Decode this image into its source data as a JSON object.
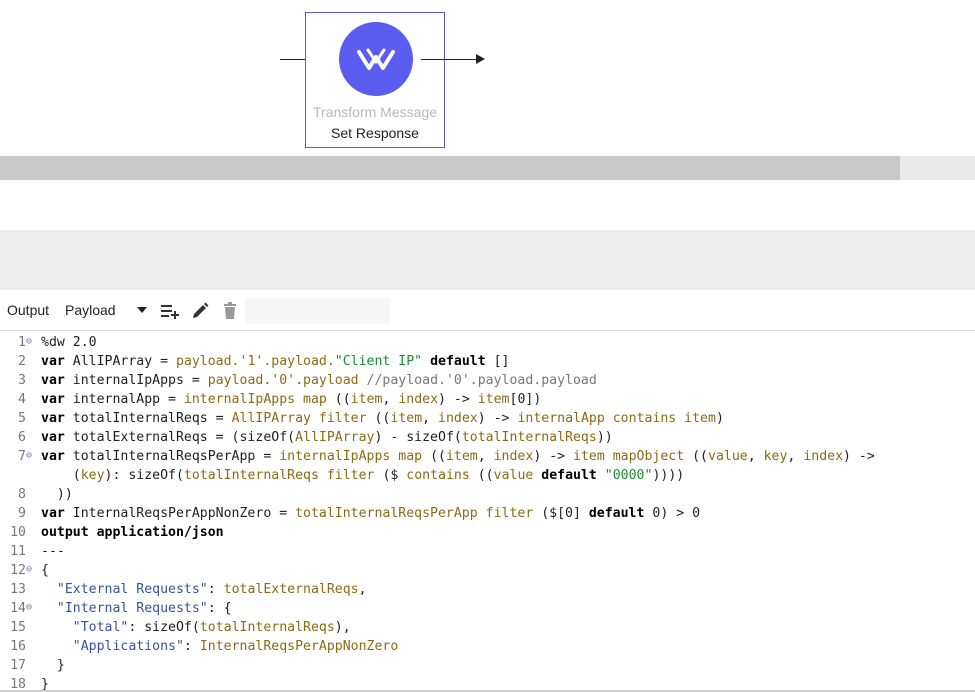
{
  "flow": {
    "component_type": "Transform Message",
    "component_name": "Set Response",
    "icon": "dataweave-icon"
  },
  "toolbar": {
    "output_label": "Output",
    "target_value": "Payload",
    "icons": [
      "dropdown-arrow-icon",
      "add-list-icon",
      "pencil-icon",
      "trash-icon"
    ]
  },
  "editor": {
    "lines": [
      {
        "n": "1",
        "fold": true,
        "segs": [
          [
            "kw-plain",
            "%dw 2.0"
          ]
        ]
      },
      {
        "n": "2",
        "fold": false,
        "segs": [
          [
            "kw",
            "var "
          ],
          [
            "id",
            "AllIPArray = "
          ],
          [
            "fn",
            "payload.'1'.payload."
          ],
          [
            "str",
            "\"Client IP\""
          ],
          [
            "kw",
            " default "
          ],
          [
            "id",
            "[]"
          ]
        ]
      },
      {
        "n": "3",
        "fold": false,
        "segs": [
          [
            "kw",
            "var "
          ],
          [
            "id",
            "internalIpApps = "
          ],
          [
            "fn",
            "payload.'0'.payload "
          ],
          [
            "cm",
            "//payload.'0'.payload.payload"
          ]
        ]
      },
      {
        "n": "4",
        "fold": false,
        "segs": [
          [
            "kw",
            "var "
          ],
          [
            "id",
            "internalApp = "
          ],
          [
            "fn",
            "internalIpApps map "
          ],
          [
            "id",
            "(("
          ],
          [
            "fn",
            "item"
          ],
          [
            "id",
            ", "
          ],
          [
            "fn",
            "index"
          ],
          [
            "id",
            ") -> "
          ],
          [
            "fn",
            "item"
          ],
          [
            "id",
            "[0])"
          ]
        ]
      },
      {
        "n": "5",
        "fold": false,
        "segs": [
          [
            "kw",
            "var "
          ],
          [
            "id",
            "totalInternalReqs = "
          ],
          [
            "fn",
            "AllIPArray filter "
          ],
          [
            "id",
            "(("
          ],
          [
            "fn",
            "item"
          ],
          [
            "id",
            ", "
          ],
          [
            "fn",
            "index"
          ],
          [
            "id",
            ") -> "
          ],
          [
            "fn",
            "internalApp contains item"
          ],
          [
            "id",
            ")"
          ]
        ]
      },
      {
        "n": "6",
        "fold": false,
        "segs": [
          [
            "kw",
            "var "
          ],
          [
            "id",
            "totalExternalReqs = (sizeOf("
          ],
          [
            "fn",
            "AllIPArray"
          ],
          [
            "id",
            ") - sizeOf("
          ],
          [
            "fn",
            "totalInternalReqs"
          ],
          [
            "id",
            "))"
          ]
        ]
      },
      {
        "n": "7",
        "fold": true,
        "segs": [
          [
            "kw",
            "var "
          ],
          [
            "id",
            "totalInternalReqsPerApp = "
          ],
          [
            "fn",
            "internalIpApps map "
          ],
          [
            "id",
            "(("
          ],
          [
            "fn",
            "item"
          ],
          [
            "id",
            ", "
          ],
          [
            "fn",
            "index"
          ],
          [
            "id",
            ") -> "
          ],
          [
            "fn",
            "item mapObject "
          ],
          [
            "id",
            "(("
          ],
          [
            "fn",
            "value"
          ],
          [
            "id",
            ", "
          ],
          [
            "fn",
            "key"
          ],
          [
            "id",
            ", "
          ],
          [
            "fn",
            "index"
          ],
          [
            "id",
            ") ->"
          ]
        ]
      },
      {
        "n": "",
        "fold": false,
        "segs": [
          [
            "id",
            "    ("
          ],
          [
            "fn",
            "key"
          ],
          [
            "id",
            "): sizeOf("
          ],
          [
            "fn",
            "totalInternalReqs filter "
          ],
          [
            "id",
            "($ "
          ],
          [
            "fn",
            "contains "
          ],
          [
            "id",
            "(("
          ],
          [
            "fn",
            "value"
          ],
          [
            "kw",
            " default "
          ],
          [
            "str",
            "\"0000\""
          ],
          [
            "id",
            "))))"
          ]
        ]
      },
      {
        "n": "8",
        "fold": false,
        "segs": [
          [
            "id",
            "  ))"
          ]
        ]
      },
      {
        "n": "9",
        "fold": false,
        "segs": [
          [
            "kw",
            "var "
          ],
          [
            "id",
            "InternalReqsPerAppNonZero = "
          ],
          [
            "fn",
            "totalInternalReqsPerApp filter "
          ],
          [
            "id",
            "($[0] "
          ],
          [
            "kw",
            "default "
          ],
          [
            "id",
            "0) > 0"
          ]
        ]
      },
      {
        "n": "10",
        "fold": false,
        "segs": [
          [
            "kw",
            "output application/json"
          ]
        ]
      },
      {
        "n": "11",
        "fold": false,
        "segs": [
          [
            "id",
            "---"
          ]
        ]
      },
      {
        "n": "12",
        "fold": true,
        "segs": [
          [
            "id",
            "{"
          ]
        ]
      },
      {
        "n": "13",
        "fold": false,
        "segs": [
          [
            "id",
            "  "
          ],
          [
            "key",
            "\"External Requests\""
          ],
          [
            "id",
            ": "
          ],
          [
            "fn",
            "totalExternalReqs"
          ],
          [
            "id",
            ","
          ]
        ]
      },
      {
        "n": "14",
        "fold": true,
        "segs": [
          [
            "id",
            "  "
          ],
          [
            "key",
            "\"Internal Requests\""
          ],
          [
            "id",
            ": {"
          ]
        ]
      },
      {
        "n": "15",
        "fold": false,
        "segs": [
          [
            "id",
            "    "
          ],
          [
            "key",
            "\"Total\""
          ],
          [
            "id",
            ": sizeOf("
          ],
          [
            "fn",
            "totalInternalReqs"
          ],
          [
            "id",
            "),"
          ]
        ]
      },
      {
        "n": "16",
        "fold": false,
        "segs": [
          [
            "id",
            "    "
          ],
          [
            "key",
            "\"Applications\""
          ],
          [
            "id",
            ": "
          ],
          [
            "fn",
            "InternalReqsPerAppNonZero"
          ]
        ]
      },
      {
        "n": "17",
        "fold": false,
        "segs": [
          [
            "id",
            "  }"
          ]
        ]
      },
      {
        "n": "18",
        "fold": false,
        "segs": [
          [
            "id",
            "}"
          ]
        ]
      }
    ]
  }
}
